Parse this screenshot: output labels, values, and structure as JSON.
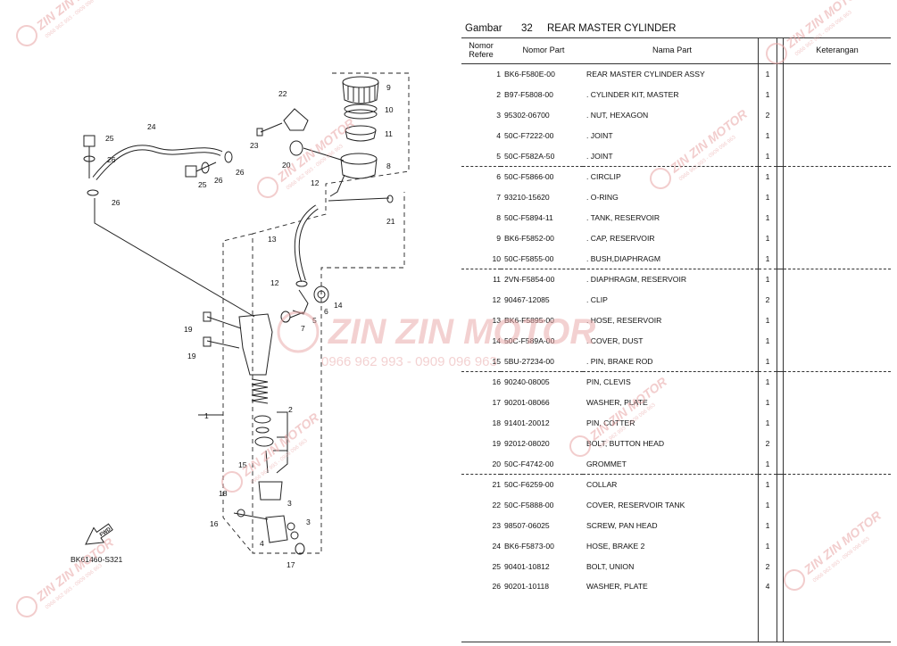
{
  "header": {
    "gambar_label": "Gambar",
    "figure_number": "32",
    "figure_title": "REAR MASTER CYLINDER"
  },
  "columns": {
    "ref": "Nomor Refere",
    "part_no": "Nomor Part",
    "name": "Nama Part",
    "qty": "",
    "remarks": "Keterangan"
  },
  "parts": [
    {
      "ref": "1",
      "part_no": "BK6-F580E-00",
      "name": "REAR MASTER CYLINDER ASSY",
      "qty": "1"
    },
    {
      "ref": "2",
      "part_no": "B97-F5808-00",
      "name": ". CYLINDER KIT, MASTER",
      "qty": "1"
    },
    {
      "ref": "3",
      "part_no": "95302-06700",
      "name": ". NUT, HEXAGON",
      "qty": "2"
    },
    {
      "ref": "4",
      "part_no": "50C-F7222-00",
      "name": ". JOINT",
      "qty": "1"
    },
    {
      "ref": "5",
      "part_no": "50C-F582A-50",
      "name": ". JOINT",
      "qty": "1"
    },
    {
      "ref": "6",
      "part_no": "50C-F5866-00",
      "name": ". CIRCLIP",
      "qty": "1"
    },
    {
      "ref": "7",
      "part_no": "93210-15620",
      "name": ". O-RING",
      "qty": "1"
    },
    {
      "ref": "8",
      "part_no": "50C-F5894-11",
      "name": ". TANK, RESERVOIR",
      "qty": "1"
    },
    {
      "ref": "9",
      "part_no": "BK6-F5852-00",
      "name": ". CAP, RESERVOIR",
      "qty": "1"
    },
    {
      "ref": "10",
      "part_no": "50C-F5855-00",
      "name": ". BUSH,DIAPHRAGM",
      "qty": "1"
    },
    {
      "ref": "11",
      "part_no": "2VN-F5854-00",
      "name": ". DIAPHRAGM, RESERVOIR",
      "qty": "1"
    },
    {
      "ref": "12",
      "part_no": "90467-12085",
      "name": ". CLIP",
      "qty": "2"
    },
    {
      "ref": "13",
      "part_no": "BK6-F5895-00",
      "name": ". HOSE, RESERVOIR",
      "qty": "1"
    },
    {
      "ref": "14",
      "part_no": "50C-F589A-00",
      "name": ". COVER, DUST",
      "qty": "1"
    },
    {
      "ref": "15",
      "part_no": "5BU-27234-00",
      "name": ". PIN, BRAKE ROD",
      "qty": "1"
    },
    {
      "ref": "16",
      "part_no": "90240-08005",
      "name": "PIN, CLEVIS",
      "qty": "1"
    },
    {
      "ref": "17",
      "part_no": "90201-08066",
      "name": "WASHER, PLATE",
      "qty": "1"
    },
    {
      "ref": "18",
      "part_no": "91401-20012",
      "name": "PIN, COTTER",
      "qty": "1"
    },
    {
      "ref": "19",
      "part_no": "92012-08020",
      "name": "BOLT, BUTTON HEAD",
      "qty": "2"
    },
    {
      "ref": "20",
      "part_no": "50C-F4742-00",
      "name": "GROMMET",
      "qty": "1"
    },
    {
      "ref": "21",
      "part_no": "50C-F6259-00",
      "name": "COLLAR",
      "qty": "1"
    },
    {
      "ref": "22",
      "part_no": "50C-F5888-00",
      "name": "COVER, RESERVOIR TANK",
      "qty": "1"
    },
    {
      "ref": "23",
      "part_no": "98507-06025",
      "name": "SCREW, PAN HEAD",
      "qty": "1"
    },
    {
      "ref": "24",
      "part_no": "BK6-F5873-00",
      "name": "HOSE, BRAKE 2",
      "qty": "1"
    },
    {
      "ref": "25",
      "part_no": "90401-10812",
      "name": "BOLT, UNION",
      "qty": "2"
    },
    {
      "ref": "26",
      "part_no": "90201-10118",
      "name": "WASHER, PLATE",
      "qty": "4"
    }
  ],
  "group_starts": [
    6,
    11,
    16,
    21
  ],
  "diagram": {
    "code": "BK61460-S321",
    "fwd": "FWD",
    "callouts": {
      "c1": "1",
      "c2": "2",
      "c3a": "3",
      "c3b": "3",
      "c4": "4",
      "c5": "5",
      "c6": "6",
      "c7": "7",
      "c8": "8",
      "c9": "9",
      "c10": "10",
      "c11": "11",
      "c12a": "12",
      "c12b": "12",
      "c13": "13",
      "c14": "14",
      "c15": "15",
      "c16": "16",
      "c17": "17",
      "c18": "18",
      "c19a": "19",
      "c19b": "19",
      "c20": "20",
      "c21": "21",
      "c22": "22",
      "c23": "23",
      "c24": "24",
      "c25a": "25",
      "c25b": "25",
      "c26a": "26",
      "c26b": "26",
      "c26c": "26",
      "c26d": "26"
    }
  },
  "watermark": {
    "brand": "ZIN ZIN MOTOR",
    "phone": "0966 962 993 - 0909 096 963",
    "brand_color": "#e8a5a5"
  }
}
